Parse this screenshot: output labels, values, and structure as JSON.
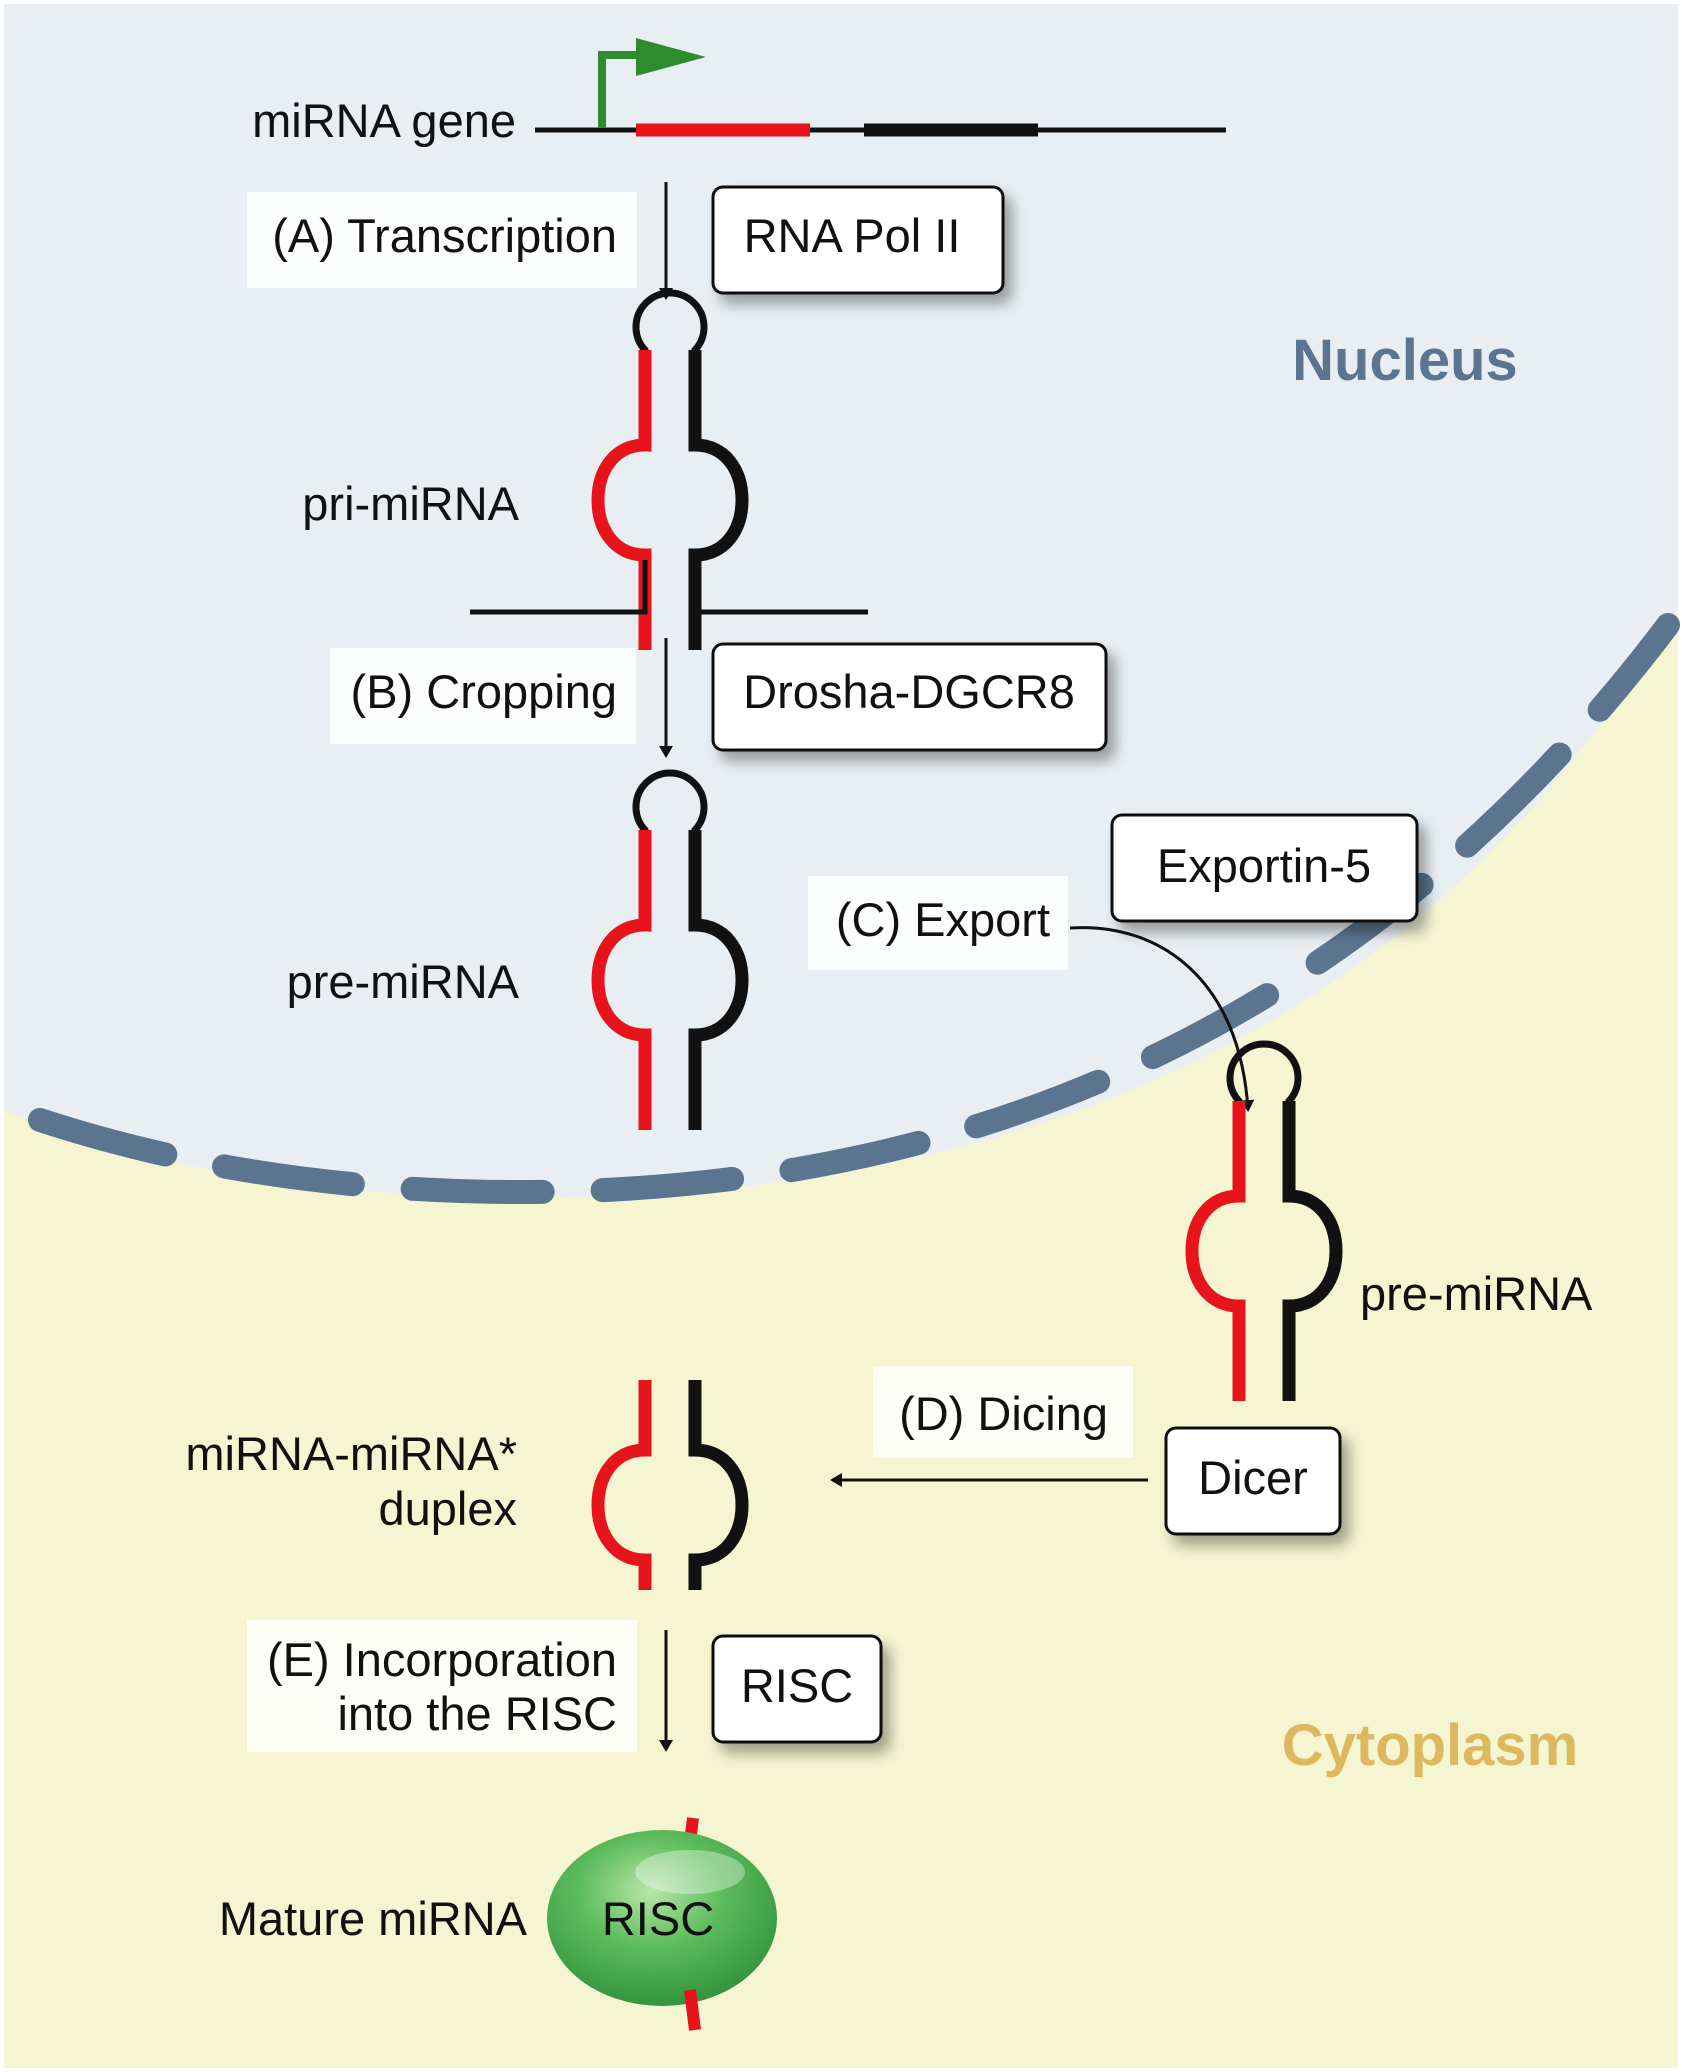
{
  "colors": {
    "nucleus_bg": "#e8eef2",
    "cytoplasm_bg": "#f5f5d2",
    "membrane": "#5b7590",
    "mirna_strand": "#e8141c",
    "star_strand": "#111111",
    "promoter": "#2e8b2e",
    "risc_green": "#4caf50",
    "nucleus_label": "#5b7590",
    "cytoplasm_label": "#dcb85e"
  },
  "regions": {
    "nucleus": "Nucleus",
    "cytoplasm": "Cytoplasm"
  },
  "species": {
    "gene": "miRNA gene",
    "pri": "pri-miRNA",
    "pre_nuclear": "pre-miRNA",
    "pre_cyto": "pre-miRNA",
    "duplex_line1": "miRNA-miRNA*",
    "duplex_line2": "duplex",
    "mature": "Mature miRNA"
  },
  "steps": {
    "a": "(A) Transcription",
    "b": "(B) Cropping",
    "c": "(C) Export",
    "d": "(D) Dicing",
    "e_line1": "(E) Incorporation",
    "e_line2": "into the RISC"
  },
  "enzymes": {
    "pol2": "RNA Pol II",
    "drosha": "Drosha-DGCR8",
    "exportin": "Exportin-5",
    "dicer": "Dicer",
    "risc_box": "RISC",
    "risc_complex": "RISC"
  },
  "icons": [
    "promoter-arrow-icon",
    "hairpin-icon",
    "risc-blob-icon",
    "arrow-icon"
  ]
}
